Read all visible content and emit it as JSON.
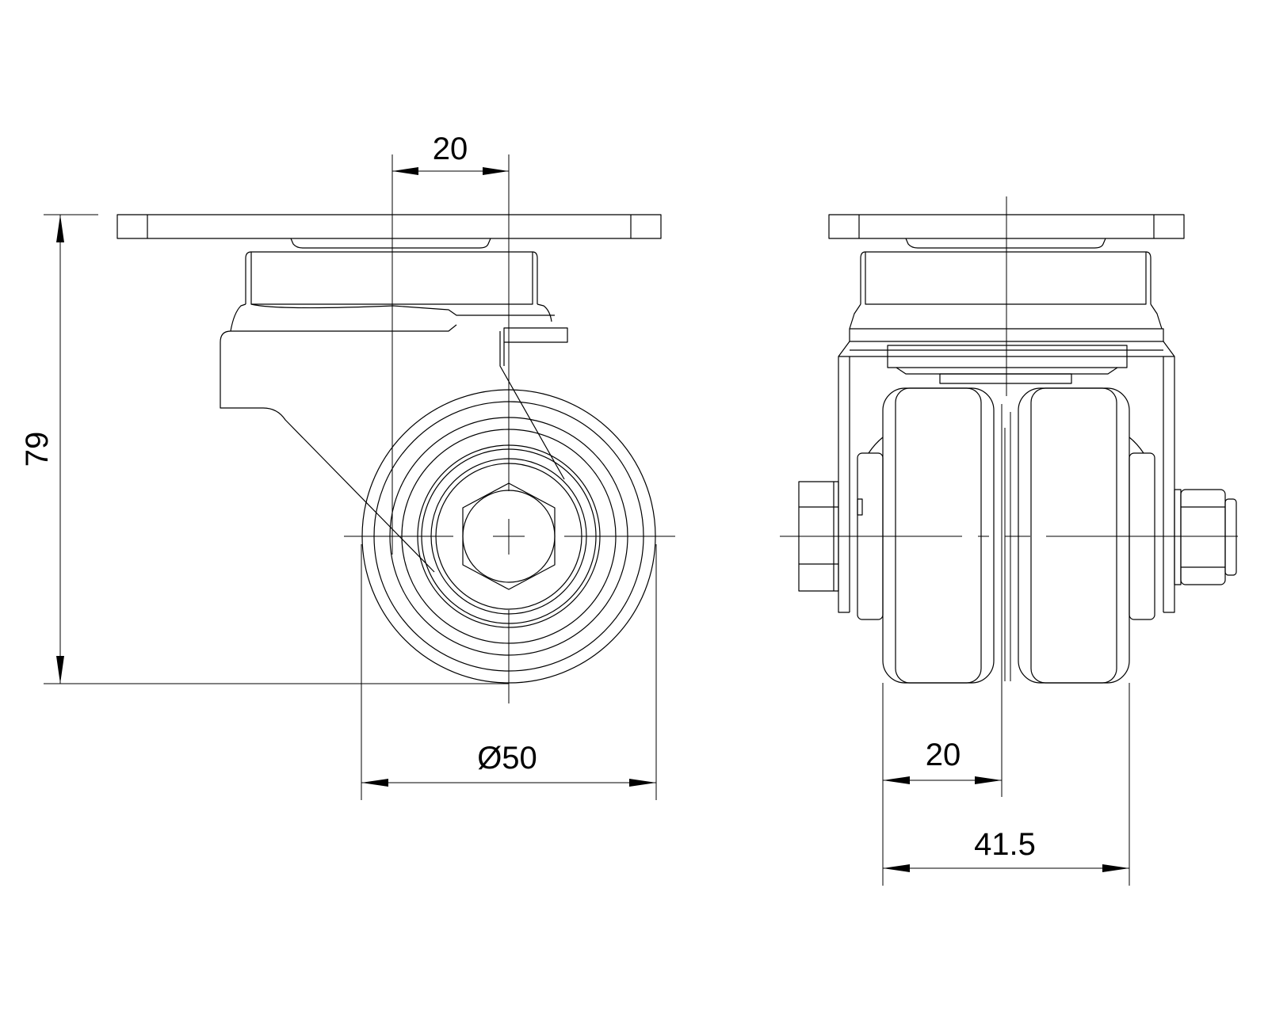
{
  "drawing": {
    "dimensions": {
      "offset": "20",
      "height": "79",
      "wheel_diameter": "Ø50",
      "wheel_width": "20",
      "total_width": "41.5"
    }
  }
}
